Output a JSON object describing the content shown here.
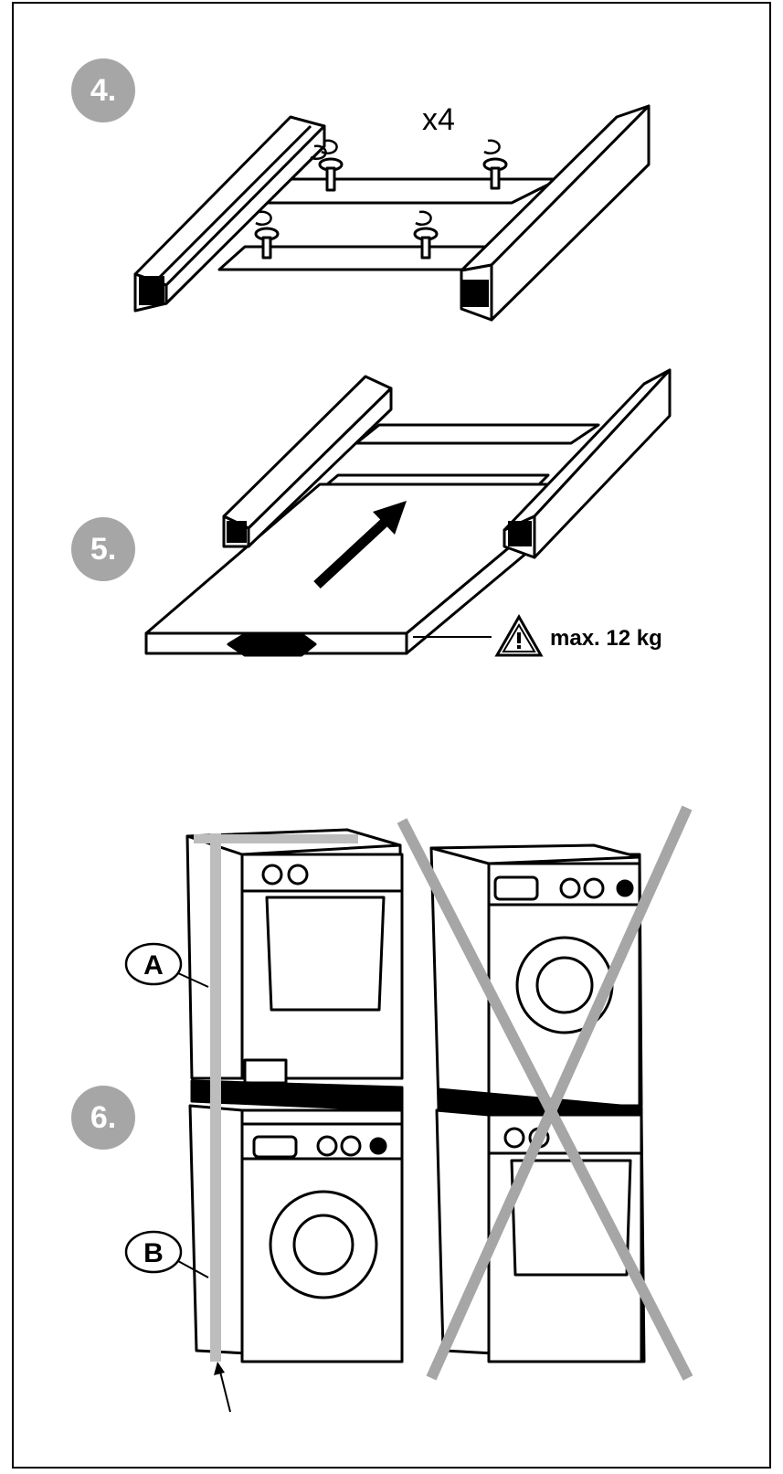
{
  "steps": [
    {
      "number": "4.",
      "quantity": "x4"
    },
    {
      "number": "5.",
      "warning": "max. 12 kg"
    },
    {
      "number": "6.",
      "label_a": "A",
      "label_b": "B"
    }
  ],
  "colors": {
    "ink": "#000000",
    "badge": "#a6a6a6",
    "strap": "#bdbdbd",
    "cross": "#a6a6a6"
  },
  "icons": [
    "warning-triangle-icon",
    "rotation-arrow-icon",
    "direction-arrow-icon",
    "cross-out-icon"
  ]
}
